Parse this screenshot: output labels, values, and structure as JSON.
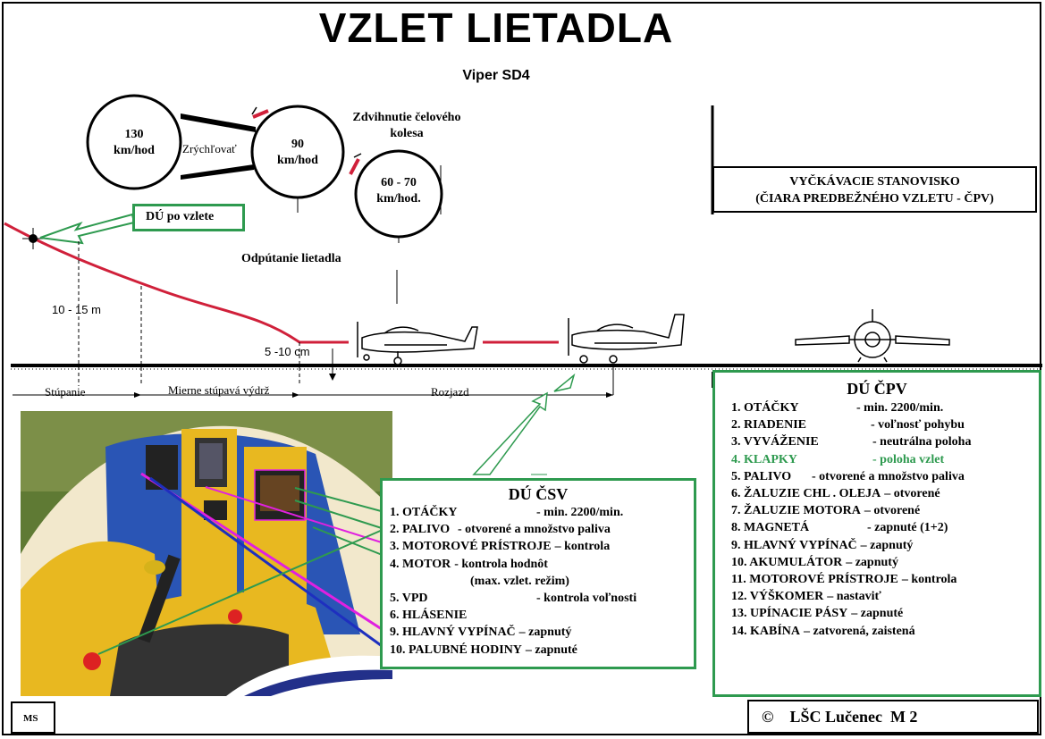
{
  "title": "VZLET LIETADLA",
  "subtitle": "Viper SD4",
  "speeds": {
    "v130": [
      "130",
      "km/hod"
    ],
    "v90": [
      "90",
      "km/hod"
    ],
    "v6070": [
      "60 - 70",
      "km/hod."
    ],
    "accelerate": "Zrýchľovať",
    "nose_wheel": [
      "Zdvihnutie čelového",
      "kolesa"
    ]
  },
  "labels": {
    "du_after": "DÚ po vzlete",
    "liftoff": "Odpútanie lietadla",
    "height1": "10 - 15 m",
    "height2": "5 -10 cm",
    "climb": "Stúpanie",
    "hold": "Mierne stúpavá výdrž",
    "roll": "Rozjazd"
  },
  "holding": [
    "VYČKÁVACIE STANOVISKO",
    "(ČIARA PREDBEŽNÉHO VZLETU - ČPV)"
  ],
  "du_cpv": {
    "title": "DÚ ČPV",
    "items": [
      {
        "n": "1. OTÁČKY",
        "v": "- min. 2200/min.",
        "green": false
      },
      {
        "n": "2. RIADENIE",
        "v": "- voľnosť pohybu",
        "green": false
      },
      {
        "n": "3. VYVÁŽENIE",
        "v": "- neutrálna poloha",
        "green": false
      },
      {
        "n": "4. KLAPKY",
        "v": "- poloha vzlet",
        "green": true
      },
      {
        "n": "5. PALIVO",
        "v": "- otvorené a množstvo paliva",
        "green": false
      },
      {
        "n": "6. ŽALUZIE CHL . OLEJA",
        "v": "– otvorené",
        "green": false
      },
      {
        "n": "7. ŽALUZIE MOTORA",
        "v": "– otvorené",
        "green": false
      },
      {
        "n": "8. MAGNETÁ",
        "v": "- zapnuté (1+2)",
        "green": false
      },
      {
        "n": "9. HLAVNÝ VYPÍNAČ",
        "v": "– zapnutý",
        "green": false
      },
      {
        "n": "10. AKUMULÁTOR",
        "v": "– zapnutý",
        "green": false
      },
      {
        "n": "11. MOTOROVÉ PRÍSTROJE",
        "v": "– kontrola",
        "green": false
      },
      {
        "n": "12. VÝŠKOMER",
        "v": "– nastaviť",
        "green": false
      },
      {
        "n": "13. UPÍNACIE PÁSY",
        "v": "– zapnuté",
        "green": false
      },
      {
        "n": "14. KABÍNA",
        "v": "– zatvorená, zaistená",
        "green": false
      }
    ]
  },
  "du_csv": {
    "title": "DÚ ČSV",
    "items": [
      {
        "n": "1. OTÁČKY",
        "v": "- min. 2200/min."
      },
      {
        "n": "2. PALIVO",
        "v": "- otvorené a množstvo paliva"
      },
      {
        "n": "3. MOTOROVÉ PRÍSTROJE",
        "v": "– kontrola"
      },
      {
        "n": "4. MOTOR",
        "v": "- kontrola hodnôt"
      },
      {
        "n": "",
        "v": "(max. vzlet. režim)"
      },
      {
        "n": "5. VPD",
        "v": "- kontrola voľnosti"
      },
      {
        "n": "6. HLÁSENIE",
        "v": ""
      },
      {
        "n": "9. HLAVNÝ VYPÍNAČ",
        "v": "– zapnutý"
      },
      {
        "n": "10. PALUBNÉ HODINY",
        "v": "– zapnuté"
      }
    ]
  },
  "footer": {
    "ms": "MS",
    "copyright": "©    LŠC Lučenec  M 2"
  },
  "colors": {
    "green": "#2e9a4f",
    "red": "#d0203a",
    "blue": "#1e2fbf",
    "magenta": "#e020e0",
    "cockpit_blue": "#2a55b5",
    "cockpit_yellow": "#e8b820"
  }
}
